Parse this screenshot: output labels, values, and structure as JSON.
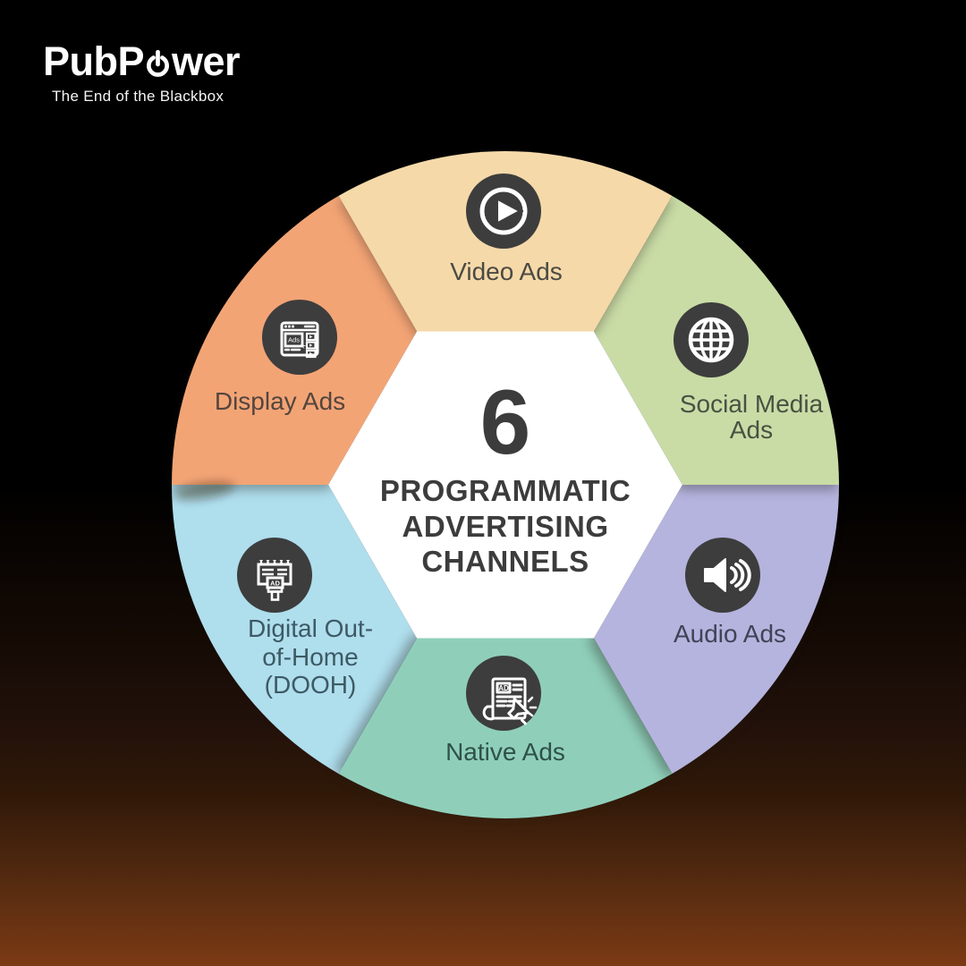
{
  "logo": {
    "brand_prefix": "PubP",
    "brand_suffix": "wer",
    "brand_full": "PubPower",
    "tagline": "The End of the Blackbox"
  },
  "center": {
    "count": "6",
    "title_line1": "PROGRAMMATIC",
    "title_line2": "ADVERTISING",
    "title_line3": "CHANNELS"
  },
  "segments": [
    {
      "name": "Video Ads",
      "color": "#F5D9A9",
      "icon": "play-icon",
      "label_lines": [
        "Video Ads"
      ]
    },
    {
      "name": "Social Media Ads",
      "color": "#C9DCA6",
      "icon": "globe-icon",
      "label_lines": [
        "Social Media",
        "Ads"
      ]
    },
    {
      "name": "Audio Ads",
      "color": "#B5B4DE",
      "icon": "speaker-icon",
      "label_lines": [
        "Audio Ads"
      ]
    },
    {
      "name": "Native Ads",
      "color": "#8FCFBA",
      "icon": "newspaper-ad-icon",
      "icon_text": "AD",
      "label_lines": [
        "Native Ads"
      ]
    },
    {
      "name": "Digital Out-of-Home (DOOH)",
      "color": "#AFDEED",
      "icon": "billboard-icon",
      "icon_text": "AD",
      "label_lines": [
        "Digital Out-",
        "of-Home",
        "(DOOH)"
      ]
    },
    {
      "name": "Display Ads",
      "color": "#F3A475",
      "icon": "browser-ads-icon",
      "icon_text": "Ads",
      "label_lines": [
        "Display Ads"
      ]
    }
  ],
  "colors": {
    "icon_circle": "#3D3D3D",
    "center_text": "#3C3C3C",
    "background_top": "#000000",
    "background_bottom": "#7C3A14"
  }
}
